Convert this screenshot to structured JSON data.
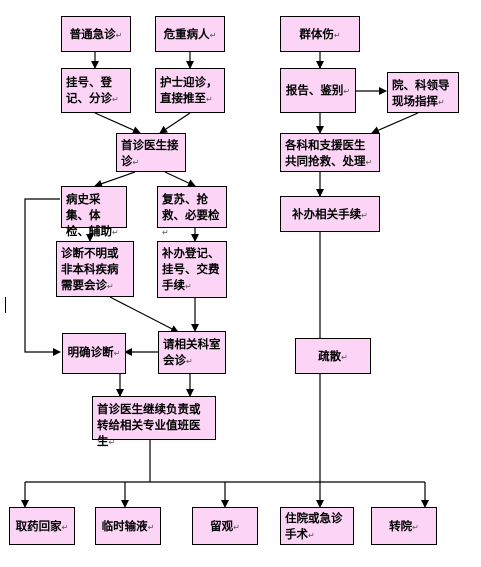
{
  "colors": {
    "box_fill": "#fbd4f6",
    "line": "#000000"
  },
  "paragraph_mark": "↵",
  "nodes": {
    "ordinary_visit": "普通急诊",
    "critical_patient": "危重病人",
    "register": "挂号、登记、分诊",
    "nurse_escort": "护士迎诊，直接推至",
    "first_doctor": "首诊医生接诊",
    "history_exam": "病史采集、体检、辅助",
    "resuscitation": "复苏、抢救、必要检",
    "unclear_diagnosis": "诊断不明或非本科疾病需要会诊",
    "supplementary_registration": "补办登记、挂号、交费手续",
    "request_consult": "请相关科室会诊",
    "clear_diagnosis": "明确诊断",
    "continue_or_transfer": "首诊医生继续负责或转给相关专业值班医生",
    "mass_injury": "群体伤",
    "report_identify": "报告、鉴别",
    "leader_command": "院、科领导现场指挥",
    "joint_rescue": "各科和支援医生共同抢救、处理",
    "supplementary_procedures": "补办相关手续",
    "evacuate": "疏散"
  },
  "outcomes": [
    "取药回家",
    "临时输液",
    "留观",
    "住院或急诊手术",
    "转院"
  ]
}
